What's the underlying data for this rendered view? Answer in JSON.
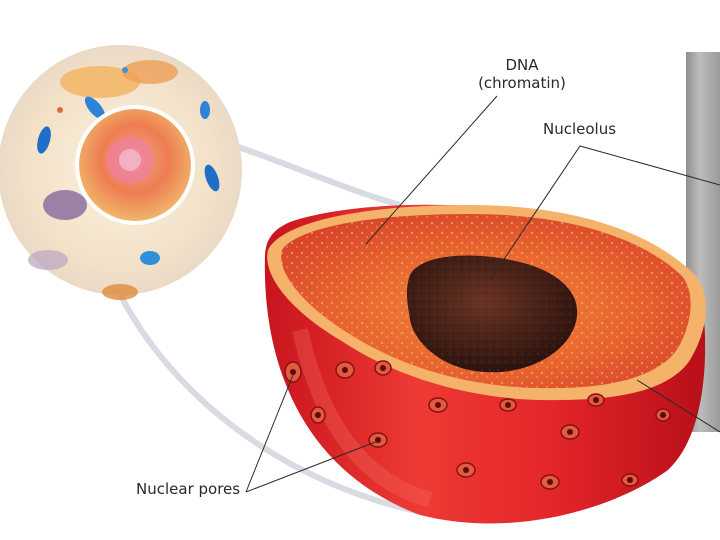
{
  "labels": {
    "dna_line1": "DNA",
    "dna_line2": "(chromatin)",
    "nucleolus": "Nucleolus",
    "nuclear_pores": "Nuclear pores"
  },
  "colors": {
    "nucleus_red": "#d8262b",
    "nucleus_interior": "#e9743a",
    "nucleolus": "#3b1d16",
    "envelope": "#f4b26a",
    "cell_body": "#f5e8d2",
    "connector_gray": "#c9ccd4"
  },
  "icons": [
    "cell-illustration",
    "nucleus-illustration",
    "micrograph-photo"
  ]
}
